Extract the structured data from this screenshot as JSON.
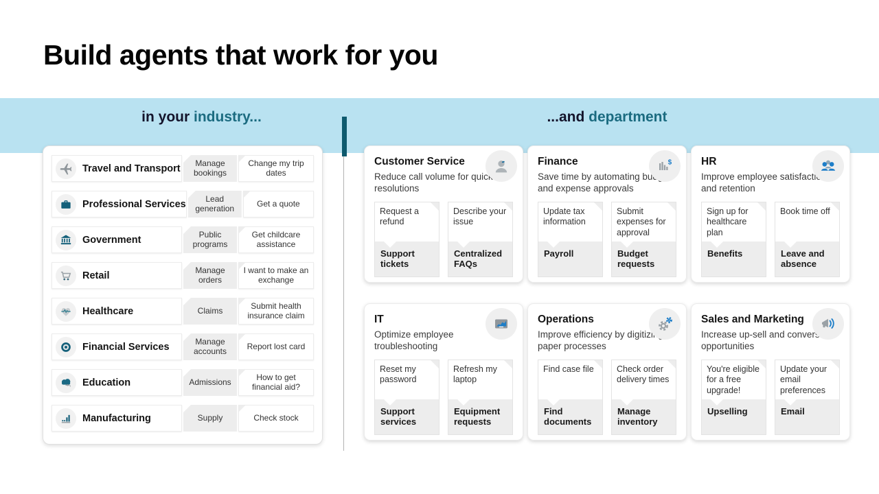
{
  "title": "Build agents that work for you",
  "headers": {
    "industry": {
      "plain": "in your ",
      "accent": "industry..."
    },
    "department": {
      "plain": "...and ",
      "accent": "department"
    }
  },
  "industries": [
    {
      "icon": "airplane-icon",
      "name": "Travel and Transport",
      "topic": "Manage bookings",
      "question": "Change my trip dates"
    },
    {
      "icon": "briefcase-icon",
      "name": "Professional Services",
      "topic": "Lead generation",
      "question": "Get a quote"
    },
    {
      "icon": "government-building-icon",
      "name": "Government",
      "topic": "Public programs",
      "question": "Get childcare assistance"
    },
    {
      "icon": "shopping-cart-icon",
      "name": "Retail",
      "topic": "Manage orders",
      "question": "I want to make an exchange"
    },
    {
      "icon": "heart-pulse-icon",
      "name": "Healthcare",
      "topic": "Claims",
      "question": "Submit health insurance claim"
    },
    {
      "icon": "target-icon",
      "name": "Financial Services",
      "topic": "Manage accounts",
      "question": "Report lost card"
    },
    {
      "icon": "education-cloud-icon",
      "name": "Education",
      "topic": "Admissions",
      "question": "How to get financial aid?"
    },
    {
      "icon": "factory-chart-icon",
      "name": "Manufacturing",
      "topic": "Supply",
      "question": "Check stock"
    }
  ],
  "departments": [
    {
      "icon": "customer-person-icon",
      "name": "Customer Service",
      "description": "Reduce call volume for quick resolutions",
      "columns": [
        {
          "question": "Request a refund",
          "label": "Support tickets"
        },
        {
          "question": "Describe your issue",
          "label": "Centralized FAQs"
        }
      ]
    },
    {
      "icon": "finance-chart-icon",
      "name": "Finance",
      "description": "Save time by automating budget and expense approvals",
      "columns": [
        {
          "question": "Update tax information",
          "label": "Payroll"
        },
        {
          "question": "Submit expenses for approval",
          "label": "Budget requests"
        }
      ]
    },
    {
      "icon": "people-group-icon",
      "name": "HR",
      "description": "Improve employee satisfaction and retention",
      "columns": [
        {
          "question": "Sign up for healthcare plan",
          "label": "Benefits"
        },
        {
          "question": "Book time off",
          "label": "Leave and absence"
        }
      ]
    },
    {
      "icon": "monitor-chart-icon",
      "name": "IT",
      "description": "Optimize employee troubleshooting",
      "columns": [
        {
          "question": "Reset my password",
          "label": "Support services"
        },
        {
          "question": "Refresh my laptop",
          "label": "Equipment requests"
        }
      ]
    },
    {
      "icon": "gears-icon",
      "name": "Operations",
      "description": "Improve efficiency by digitizing paper processes",
      "columns": [
        {
          "question": "Find case file",
          "label": "Find documents"
        },
        {
          "question": "Check order delivery times",
          "label": "Manage inventory"
        }
      ]
    },
    {
      "icon": "megaphone-icon",
      "name": "Sales and Marketing",
      "description": "Increase up-sell and conversion opportunities",
      "columns": [
        {
          "question": "You're eligible for a free upgrade!",
          "label": "Upselling"
        },
        {
          "question": "Update your email preferences",
          "label": "Email"
        }
      ]
    }
  ],
  "colors": {
    "band": "#b9e2f1",
    "accent_teal": "#1b6b80",
    "divider": "#0e5a6e",
    "icon_teal": "#14607a",
    "icon_blue": "#1e7ec8",
    "icon_gray": "#9aa1a6",
    "chip_gray": "#ededed"
  }
}
